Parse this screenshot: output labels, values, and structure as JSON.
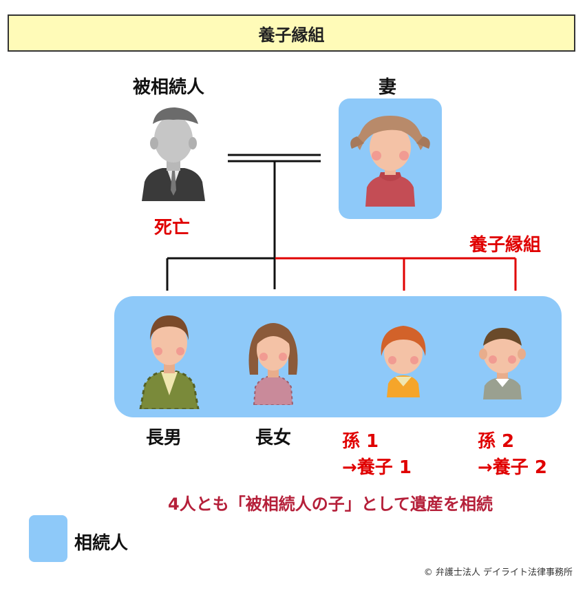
{
  "title": "養子縁組",
  "people": {
    "deceased": {
      "name": "被相続人",
      "status": "死亡"
    },
    "wife": {
      "name": "妻"
    },
    "eldest_son": {
      "name": "長男"
    },
    "eldest_daughter": {
      "name": "長女"
    },
    "grandchild1": {
      "line1": "孫 1",
      "line2": "→養子 1"
    },
    "grandchild2": {
      "line1": "孫 2",
      "line2": "→養子 2"
    }
  },
  "adoption_label": "養子縁組",
  "note": "4人とも「被相続人の子」として遺産を相続",
  "legend": {
    "label": "相続人",
    "color": "#8ec9f9"
  },
  "copyright": "© 弁護士法人 デイライト法律事務所",
  "colors": {
    "heir_box": "#8ec9f9",
    "adoption_line": "#e00000",
    "note": "#b5203a"
  }
}
